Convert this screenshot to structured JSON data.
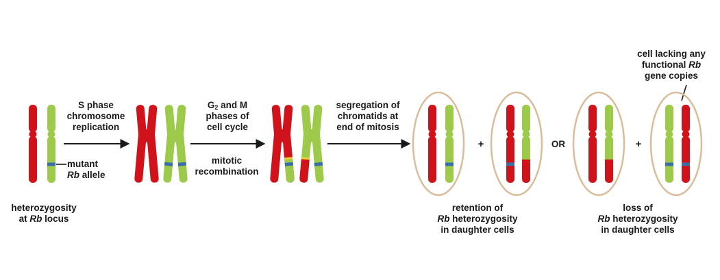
{
  "colors": {
    "maternal": "#d0121b",
    "paternal": "#9dca4a",
    "mutant_band": "#3b6ea8",
    "cell_outline": "#d9bc9a",
    "arrow": "#1a1a1a",
    "text": "#1a1a1a"
  },
  "steps": {
    "s_phase": {
      "line1": "S phase",
      "line2": "chromosome",
      "line3": "replication"
    },
    "g2m": {
      "line1_pre": "G",
      "line1_sub": "2",
      "line1_post": " and M",
      "line2": "phases of",
      "line3": "cell cycle"
    },
    "mitotic_recomb": {
      "line1": "mitotic",
      "line2": "recombination"
    },
    "segregation": {
      "line1": "segregation of",
      "line2": "chromatids at",
      "line3": "end of mitosis"
    }
  },
  "labels": {
    "mutant_allele": {
      "line1": "mutant",
      "line2_italic": "Rb",
      "line2_rest": " allele"
    },
    "heterozygosity": {
      "line1": "heterozygosity",
      "line2_pre": "at ",
      "line2_italic": "Rb",
      "line2_post": " locus"
    },
    "retention": {
      "line1": "retention of",
      "line2_italic": "Rb",
      "line2_rest": " heterozygosity",
      "line3": "in daughter cells"
    },
    "loss": {
      "line1": "loss of",
      "line2_italic": "Rb",
      "line2_rest": " heterozygosity",
      "line3": "in daughter cells"
    },
    "cell_lacking": {
      "line1": "cell lacking any",
      "line2_pre": "functional ",
      "line2_italic": "Rb",
      "line3": "gene copies"
    }
  },
  "operators": {
    "plus_1": "+",
    "or": "OR",
    "plus_2": "+"
  }
}
